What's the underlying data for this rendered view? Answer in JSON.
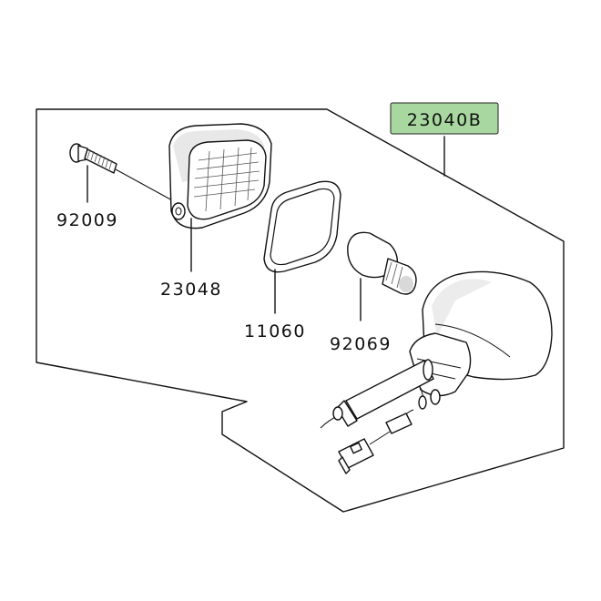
{
  "diagram": {
    "assembly_label": "23040B",
    "highlight_color": "#a8d8a0",
    "parts": [
      {
        "number": "92009",
        "name": "screw-icon"
      },
      {
        "number": "23048",
        "name": "lens-icon"
      },
      {
        "number": "11060",
        "name": "gasket-icon"
      },
      {
        "number": "92069",
        "name": "bulb-icon"
      }
    ]
  }
}
